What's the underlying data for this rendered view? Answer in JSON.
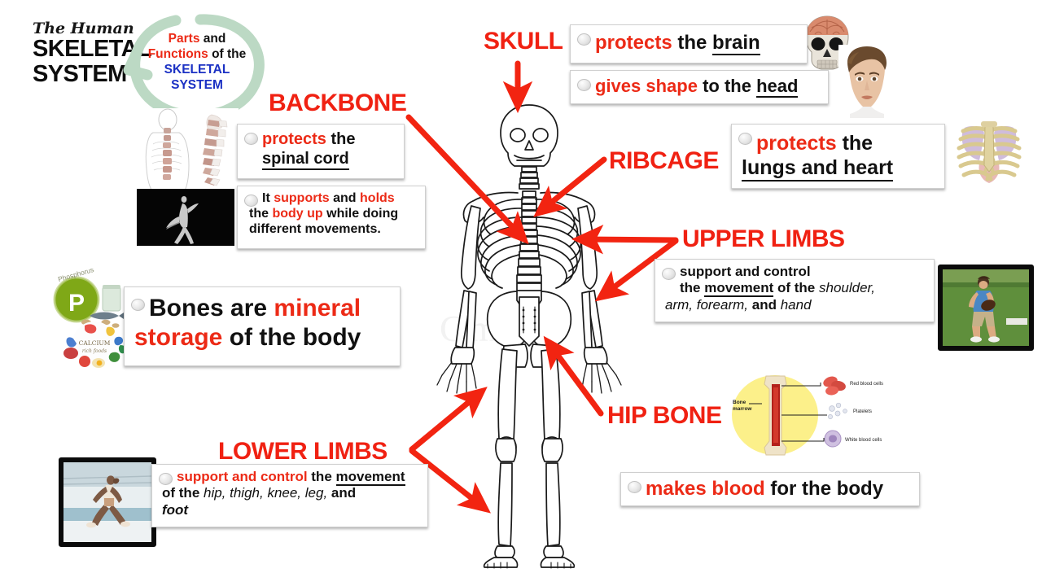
{
  "title": {
    "line1": "The Human",
    "line2": "SKELETAL",
    "line3": "SYSTEM"
  },
  "heading": {
    "word_parts": "Parts",
    "word_and": " and",
    "word_functions": "Functions",
    "word_ofthe": " of the",
    "word_skeletal": "SKELETAL",
    "word_system": "SYSTEM"
  },
  "labels": {
    "skull": "SKULL",
    "backbone": "BACKBONE",
    "ribcage": "RIBCAGE",
    "upper_limbs": "UPPER LIMBS",
    "lower_limbs": "LOWER LIMBS",
    "hip_bone": "HIP BONE"
  },
  "callouts": {
    "skull_1": {
      "a": "protects",
      "b": " the ",
      "c": "brain"
    },
    "skull_2": {
      "a": "gives shape",
      "b": " to the ",
      "c": "head"
    },
    "backbone_1": {
      "a": "protects",
      "b": " the",
      "c": "spinal cord"
    },
    "backbone_2": {
      "l1a": "It  ",
      "l1b": "supports",
      "l1c": " and ",
      "l1d": "holds",
      "l2a": "the ",
      "l2b": "body up",
      "l2c": " while doing",
      "l3": "different movements."
    },
    "ribcage_1": {
      "a": "protects",
      "b": " the",
      "c": "lungs and heart"
    },
    "upper_limbs_1": {
      "l1": "support and control",
      "l2a": "the ",
      "l2b": "movement",
      "l2c": "  of the ",
      "l2d": "shoulder,",
      "l3a": "arm, forearm, ",
      "l3b": "and",
      "l3c": " hand"
    },
    "lower_limbs_1": {
      "l1a": "support and control",
      "l1b": " the ",
      "l1c": "movement",
      "l2a": "of the ",
      "l2b": "hip, thigh, knee, leg, ",
      "l2c": "and",
      "l3": "foot"
    },
    "minerals": {
      "a": "Bones are ",
      "b": "mineral",
      "c": "storage",
      "d": " of the body"
    },
    "blood": {
      "a": "makes blood",
      "b": " for the body"
    }
  },
  "images": {
    "spine_anatomy": "spine-anatomy-illustration",
    "ballet_dancer": "ballet-dancer-photo",
    "phosphorus_calcium": "phosphorus-calcium-rich-foods-illustration",
    "phosphorus_label": "Phosphorus",
    "phosphorus_symbol": "P",
    "calcium_label": "CALCIUM",
    "calcium_sub": "rich foods",
    "runner": "running-woman-photo",
    "skull_brain": "skull-with-brain-illustration",
    "male_face": "young-man-face-photo",
    "ribcage_anatomy": "ribcage-lungs-heart-illustration",
    "boy_football": "boy-holding-football-photo",
    "bone_marrow": "bone-marrow-blood-cells-diagram",
    "skeleton": "full-human-skeleton-illustration"
  },
  "bone_marrow_diagram": {
    "bone_marrow": "Bone marrow",
    "red_blood_cells": "Red blood cells",
    "platelets": "Platelets",
    "white_blood_cells": "White  blood cells"
  },
  "colors": {
    "red": "#f02112",
    "blue": "#1b31c4",
    "black": "#111111",
    "green_circle": "#bcd9c4",
    "marrow_yellow": "#fdf3a8"
  }
}
